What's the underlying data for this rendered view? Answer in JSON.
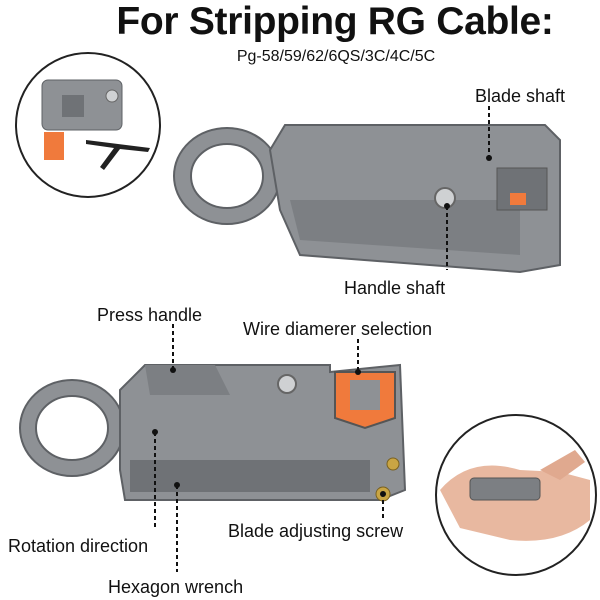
{
  "title": "For Stripping RG Cable:",
  "subtitle": "Pg-58/59/62/6QS/3C/4C/5C",
  "labels": {
    "blade_shaft": "Blade shaft",
    "handle_shaft": "Handle shaft",
    "press_handle": "Press handle",
    "wire_selection": "Wire diamerer selection",
    "blade_adjusting_screw": "Blade adjusting screw",
    "rotation_direction": "Rotation direction",
    "hexagon_wrench": "Hexagon wrench"
  },
  "colors": {
    "tool_gray": "#8e9195",
    "tool_dark": "#5e6165",
    "accent_orange": "#f07a3c",
    "brass": "#c9a544"
  }
}
